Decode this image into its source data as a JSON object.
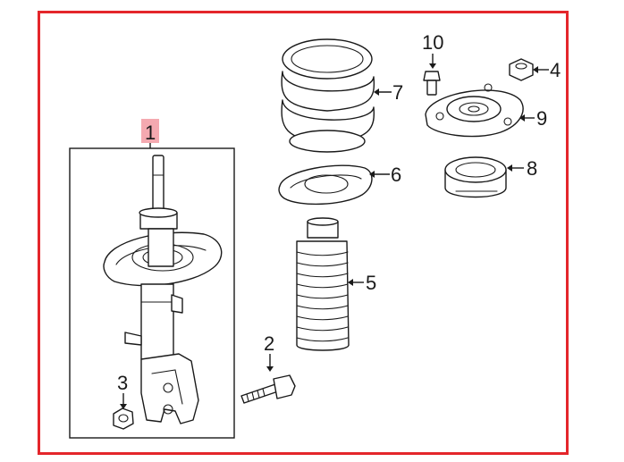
{
  "diagram": {
    "colors": {
      "frame": "#e4262b",
      "highlight": "#f4a9b0",
      "line": "#1a1a1a"
    },
    "callouts": {
      "c1": "1",
      "c2": "2",
      "c3": "3",
      "c4": "4",
      "c5": "5",
      "c6": "6",
      "c7": "7",
      "c8": "8",
      "c9": "9",
      "c10": "10"
    },
    "parts": [
      {
        "callout": "1",
        "name": "strut-assembly"
      },
      {
        "callout": "2",
        "name": "bolt"
      },
      {
        "callout": "3",
        "name": "nut"
      },
      {
        "callout": "4",
        "name": "nut"
      },
      {
        "callout": "5",
        "name": "dust-boot"
      },
      {
        "callout": "6",
        "name": "spring-insulator"
      },
      {
        "callout": "7",
        "name": "coil-spring"
      },
      {
        "callout": "8",
        "name": "bearing"
      },
      {
        "callout": "9",
        "name": "strut-mount"
      },
      {
        "callout": "10",
        "name": "bolt"
      }
    ]
  }
}
